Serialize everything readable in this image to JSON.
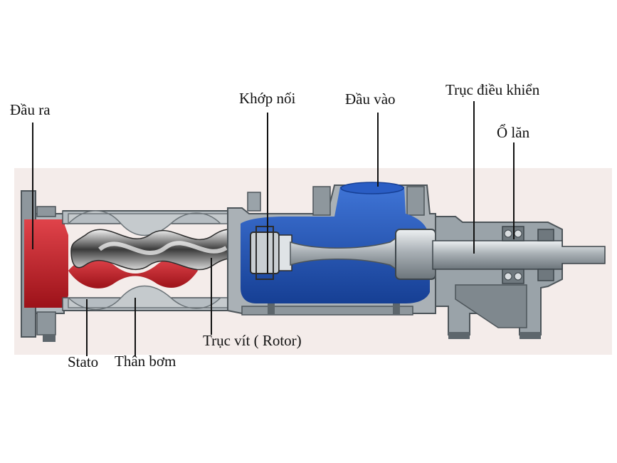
{
  "labels": {
    "outlet": "Đầu ra",
    "coupling": "Khớp nối",
    "inlet": "Đầu vào",
    "drive_shaft": "Trục điều khiển",
    "bearing": "Ổ lăn",
    "rotor": "Trục vít ( Rotor)",
    "stator": "Stato",
    "pump_body": "Thân bơm"
  },
  "colors": {
    "background_band": "#f4ecea",
    "housing": "#9aa3a9",
    "housing_dark": "#5d666c",
    "fluid_red": "#c8202a",
    "fluid_blue": "#1e4fb5",
    "stator_gray": "#b9bfc3",
    "shaft_metal": "#c7ccd0",
    "leader_line": "#111111"
  }
}
